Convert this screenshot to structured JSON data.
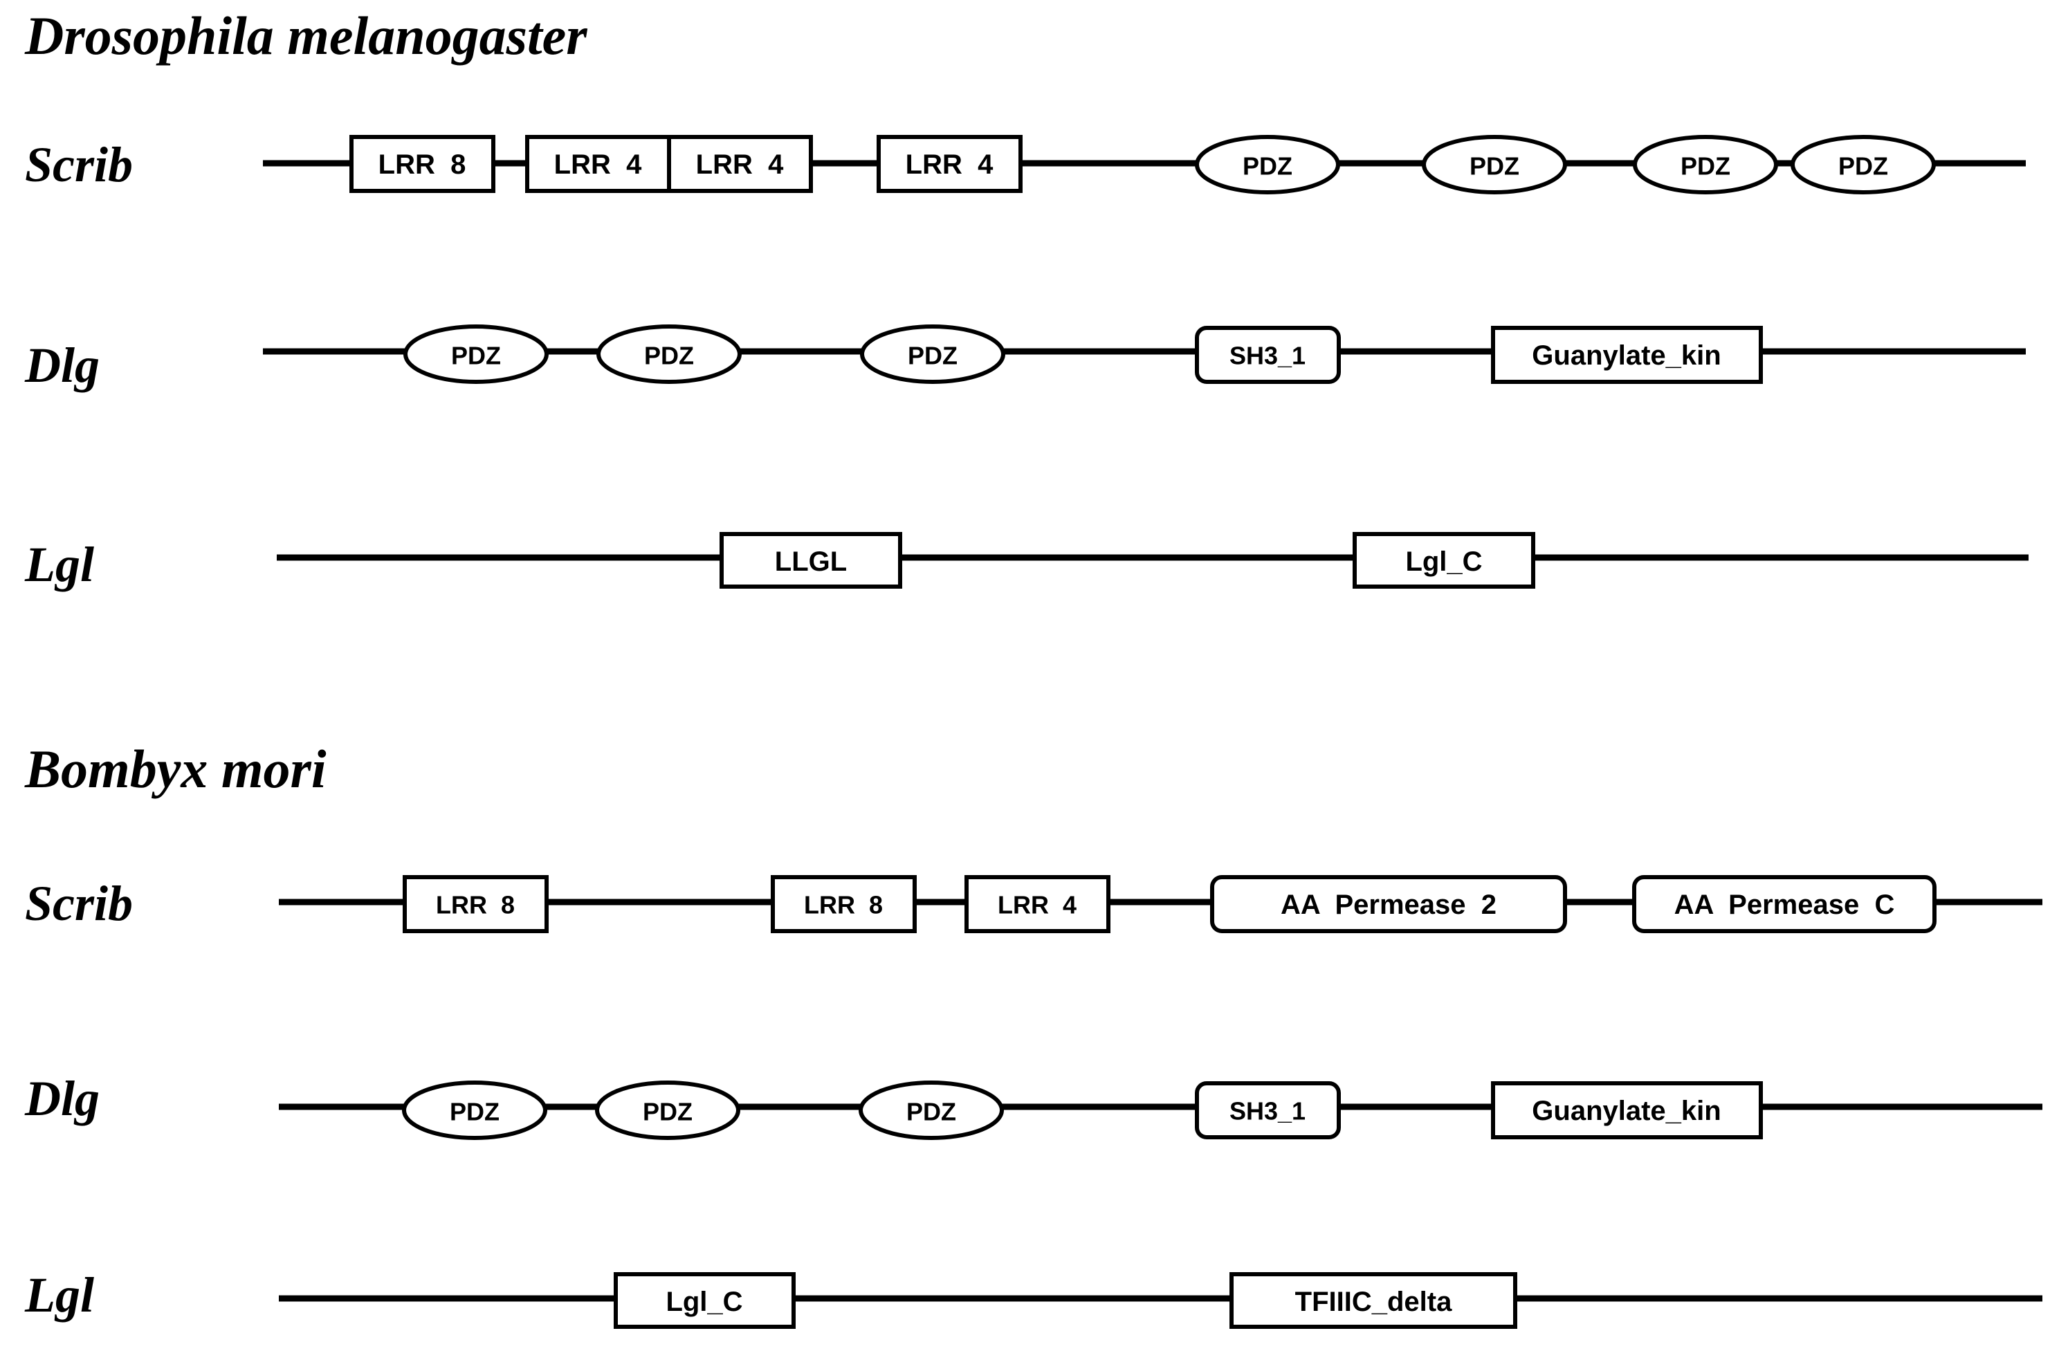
{
  "species": [
    {
      "name": "Drosophila melanogaster",
      "proteins": [
        {
          "name": "Scrib",
          "domains": [
            {
              "label": "LRR  8",
              "shape": "rect"
            },
            {
              "label": "LRR  4",
              "shape": "rect"
            },
            {
              "label": "LRR  4",
              "shape": "rect"
            },
            {
              "label": "LRR  4",
              "shape": "rect"
            },
            {
              "label": "PDZ",
              "shape": "ellipse"
            },
            {
              "label": "PDZ",
              "shape": "ellipse"
            },
            {
              "label": "PDZ",
              "shape": "ellipse"
            },
            {
              "label": "PDZ",
              "shape": "ellipse"
            }
          ]
        },
        {
          "name": "Dlg",
          "domains": [
            {
              "label": "PDZ",
              "shape": "ellipse"
            },
            {
              "label": "PDZ",
              "shape": "ellipse"
            },
            {
              "label": "PDZ",
              "shape": "ellipse"
            },
            {
              "label": "SH3_1",
              "shape": "roundrect"
            },
            {
              "label": "Guanylate_kin",
              "shape": "rect"
            }
          ]
        },
        {
          "name": "Lgl",
          "domains": [
            {
              "label": "LLGL",
              "shape": "rect"
            },
            {
              "label": "Lgl_C",
              "shape": "rect"
            }
          ]
        }
      ]
    },
    {
      "name": "Bombyx mori",
      "proteins": [
        {
          "name": "Scrib",
          "domains": [
            {
              "label": "LRR  8",
              "shape": "rect"
            },
            {
              "label": "LRR  8",
              "shape": "rect"
            },
            {
              "label": "LRR  4",
              "shape": "rect"
            },
            {
              "label": "AA  Permease  2",
              "shape": "roundrect"
            },
            {
              "label": "AA  Permease  C",
              "shape": "roundrect"
            }
          ]
        },
        {
          "name": "Dlg",
          "domains": [
            {
              "label": "PDZ",
              "shape": "ellipse"
            },
            {
              "label": "PDZ",
              "shape": "ellipse"
            },
            {
              "label": "PDZ",
              "shape": "ellipse"
            },
            {
              "label": "SH3_1",
              "shape": "roundrect"
            },
            {
              "label": "Guanylate_kin",
              "shape": "rect"
            }
          ]
        },
        {
          "name": "Lgl",
          "domains": [
            {
              "label": "Lgl_C",
              "shape": "rect"
            },
            {
              "label": "TFIIIC_delta",
              "shape": "rect"
            }
          ]
        }
      ]
    }
  ]
}
